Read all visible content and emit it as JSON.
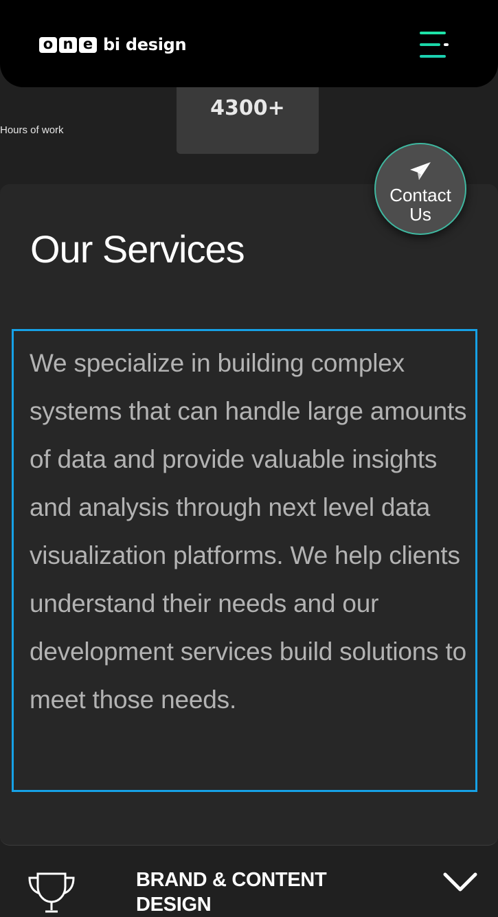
{
  "header": {
    "logo_boxes": [
      "o",
      "n",
      "e"
    ],
    "logo_text": "bi design",
    "menu_icon": "hamburger-menu-icon",
    "menu_colors": [
      "#1ee3a8",
      "#1bd0b0"
    ]
  },
  "stat": {
    "value": "4300+",
    "label": "Hours of work"
  },
  "contact": {
    "label": "Contact Us",
    "icon": "paper-plane-icon",
    "border_color": "#3fb8a0"
  },
  "services": {
    "title": "Our Services",
    "description": "We specialize in building complex systems that can handle large amounts of data and provide valuable insights and analysis through next level data visualization platforms. We help clients understand their needs and our development services build solutions to meet those needs.",
    "highlight_color": "#16a1e6"
  },
  "accordion": {
    "items": [
      {
        "label": "BRAND & CONTENT DESIGN",
        "icon": "trophy-icon",
        "toggle_icon": "chevron-down-icon"
      }
    ]
  }
}
